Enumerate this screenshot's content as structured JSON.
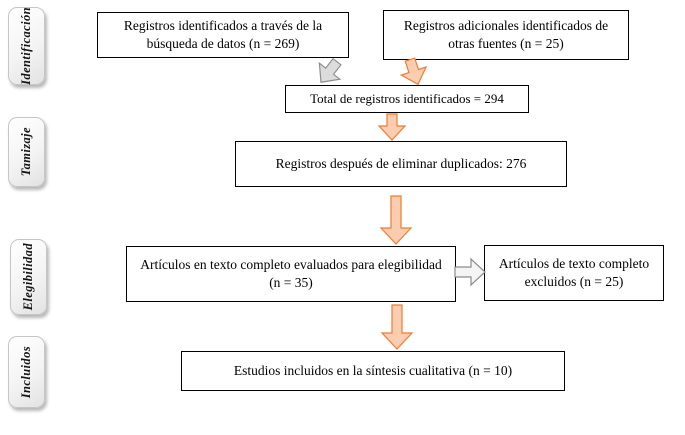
{
  "sidebar": {
    "stages": [
      {
        "label": "Identificación"
      },
      {
        "label": "Tamizaje"
      },
      {
        "label": "Elegibilidad"
      },
      {
        "label": "Incluidos"
      }
    ]
  },
  "flow": {
    "identified_search": "Registros identificados a través de la búsqueda de datos (n = 269)",
    "identified_other": "Registros adicionales identificados de otras fuentes (n = 25)",
    "total": "Total de registros identificados = 294",
    "deduplicated": "Registros después de eliminar duplicados: 276",
    "fulltext": "Artículos en texto completo evaluados para elegibilidad (n = 35)",
    "excluded": "Artículos de texto completo excluidos (n = 25)",
    "included": "Estudios incluidos en la síntesis cualitativa (n = 10)"
  },
  "colors": {
    "arrow_orange_fill": "#FBCDB0",
    "arrow_orange_stroke": "#ED7D31",
    "arrow_gray_fill": "#DCDCDC",
    "arrow_gray_stroke": "#8F8F8F",
    "box_border": "#000000",
    "background": "#FFFFFF"
  }
}
